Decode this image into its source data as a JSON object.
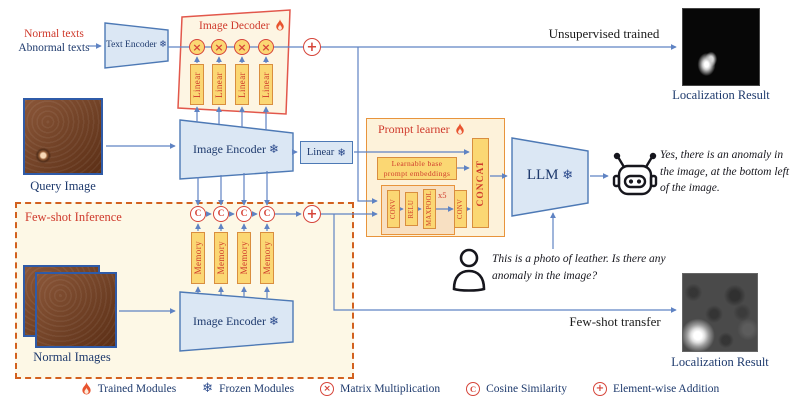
{
  "labels": {
    "normal_texts": "Normal texts",
    "abnormal_texts": "Abnormal texts",
    "text_encoder": "Text Encoder",
    "image_decoder": "Image Decoder",
    "linear": "Linear",
    "unsupervised_trained": "Unsupervised trained",
    "localization_result_top": "Localization Result",
    "query_image": "Query Image",
    "image_encoder_top": "Image Encoder",
    "linear_frozen": "Linear",
    "prompt_learner": "Prompt learner",
    "learnable_line1": "Learnable base",
    "learnable_line2": "prompt embeddings",
    "conv1": "CONV",
    "relu": "RELU",
    "maxpool": "MAXPOOL",
    "times5": "x5",
    "conv2": "CONV",
    "concat": "CONCAT",
    "llm": "LLM",
    "answer_text": "Yes, there is an anomaly in the image, at the bottom left of the image.",
    "question_text": "This is a photo of leather. Is there any anomaly in the image?",
    "few_shot_inference": "Few-shot Inference",
    "memory": "Memory",
    "image_encoder_bottom": "Image Encoder",
    "normal_images": "Normal Images",
    "few_shot_transfer": "Few-shot transfer",
    "localization_result_bottom": "Localization Result"
  },
  "legend": {
    "trained_modules": "Trained Modules",
    "frozen_modules": "Frozen Modules",
    "matrix_multiplication": "Matrix Multiplication",
    "cosine_similarity": "Cosine Similarity",
    "elementwise_addition": "Element-wise Addition"
  },
  "symbols": {
    "frozen": "❄",
    "multiply": "×",
    "cosine": "C",
    "add": "+"
  },
  "colors": {
    "wire_blue": "#5f83c3",
    "module_fill": "#dbe7f4",
    "module_border": "#4d79b5",
    "panel_cream": "#fdf5e3",
    "gold_fill": "#fbd773",
    "gold_border": "#d98e3f",
    "accent_red": "#cf3a2c",
    "caption_navy": "#1e3a6d",
    "dashed_border": "#d2611f"
  }
}
